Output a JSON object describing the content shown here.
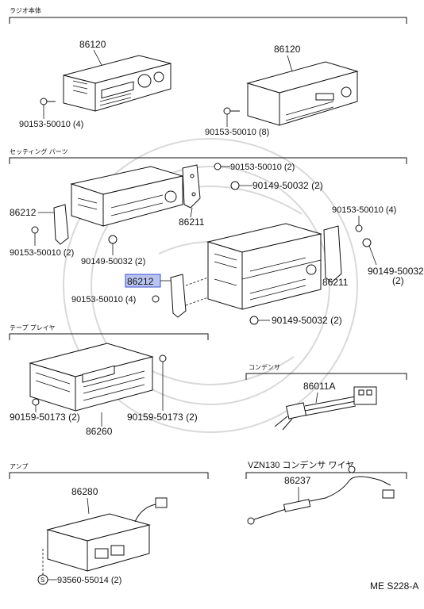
{
  "sections": {
    "radio": "ラジオ本体",
    "setting_parts": "セッティング パーツ",
    "tape_player": "テープ プレイヤ",
    "condenser": "コンデンサ",
    "amp": "アンプ",
    "vzn_condenser_wire": "VZN130 コンデンサ ワイヤ"
  },
  "parts": {
    "radio_left": "86120",
    "radio_left_screw": "90153-50010 (4)",
    "radio_right": "86120",
    "radio_right_screw": "90153-50010 (8)",
    "set_screw_top": "90153-50010 (2)",
    "set_nut_top": "90149-50032 (2)",
    "bracket_left": "86212",
    "bracket_left_screw": "90153-50010 (2)",
    "bracket_left_nut": "90149-50032 (2)",
    "bracket_right_top": "86211",
    "right_screw": "90153-50010 (4)",
    "right_nut": "90149-50032",
    "right_nut_qty": "(2)",
    "bracket_highlight": "86212",
    "bracket_highlight_screw": "90153-50010 (4)",
    "bracket_right_bottom": "86211",
    "bottom_nut": "90149-50032 (2)",
    "tape_screw_left": "90159-50173 (2)",
    "tape_screw_right": "90159-50173 (2)",
    "tape_player": "86260",
    "condenser": "86011A",
    "amp": "86280",
    "amp_screw": "93560-55014 (2)",
    "amp_screw_mark": "S",
    "wire": "86237"
  },
  "footer": {
    "code": "ME S228-A"
  },
  "colors": {
    "highlight_fill": "#b9c3ef",
    "highlight_stroke": "#3b4fd0"
  }
}
